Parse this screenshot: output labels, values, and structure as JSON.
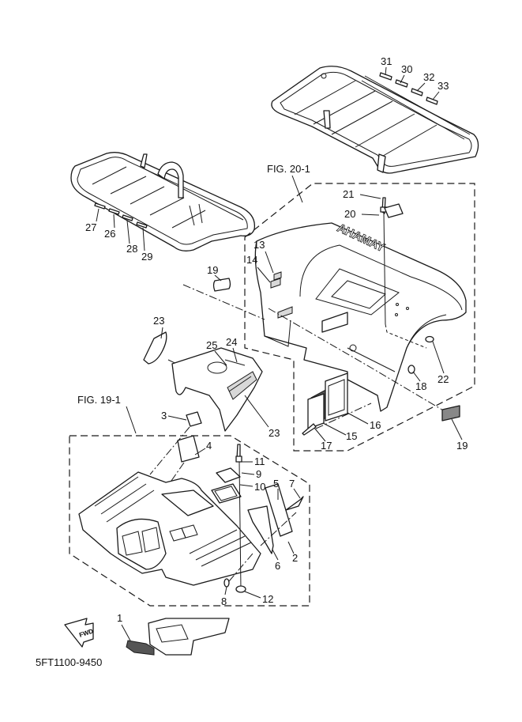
{
  "diagram": {
    "type": "exploded-parts-diagram",
    "drawing_code": "5FT1100-9450",
    "figure_refs": [
      {
        "id": "fig-20-1",
        "label": "FIG. 20-1"
      },
      {
        "id": "fig-19-1",
        "label": "FIG. 19-1"
      }
    ],
    "fwd_label": "FWD",
    "fender_logo_text": "YAMAHA",
    "parts": [
      {
        "ref": "1",
        "label": "1"
      },
      {
        "ref": "2",
        "label": "2"
      },
      {
        "ref": "3",
        "label": "3"
      },
      {
        "ref": "4",
        "label": "4"
      },
      {
        "ref": "5",
        "label": "5"
      },
      {
        "ref": "6",
        "label": "6"
      },
      {
        "ref": "7",
        "label": "7"
      },
      {
        "ref": "8",
        "label": "8"
      },
      {
        "ref": "9",
        "label": "9"
      },
      {
        "ref": "10",
        "label": "10"
      },
      {
        "ref": "11",
        "label": "11"
      },
      {
        "ref": "12",
        "label": "12"
      },
      {
        "ref": "13",
        "label": "13"
      },
      {
        "ref": "14",
        "label": "14"
      },
      {
        "ref": "15",
        "label": "15"
      },
      {
        "ref": "16",
        "label": "16"
      },
      {
        "ref": "17",
        "label": "17"
      },
      {
        "ref": "18",
        "label": "18"
      },
      {
        "ref": "19a",
        "label": "19"
      },
      {
        "ref": "19b",
        "label": "19"
      },
      {
        "ref": "20",
        "label": "20"
      },
      {
        "ref": "21",
        "label": "21"
      },
      {
        "ref": "22",
        "label": "22"
      },
      {
        "ref": "23a",
        "label": "23"
      },
      {
        "ref": "23b",
        "label": "23"
      },
      {
        "ref": "24",
        "label": "24"
      },
      {
        "ref": "25",
        "label": "25"
      },
      {
        "ref": "26",
        "label": "26"
      },
      {
        "ref": "27",
        "label": "27"
      },
      {
        "ref": "28",
        "label": "28"
      },
      {
        "ref": "29",
        "label": "29"
      },
      {
        "ref": "30",
        "label": "30"
      },
      {
        "ref": "31",
        "label": "31"
      },
      {
        "ref": "32",
        "label": "32"
      },
      {
        "ref": "33",
        "label": "33"
      }
    ]
  }
}
